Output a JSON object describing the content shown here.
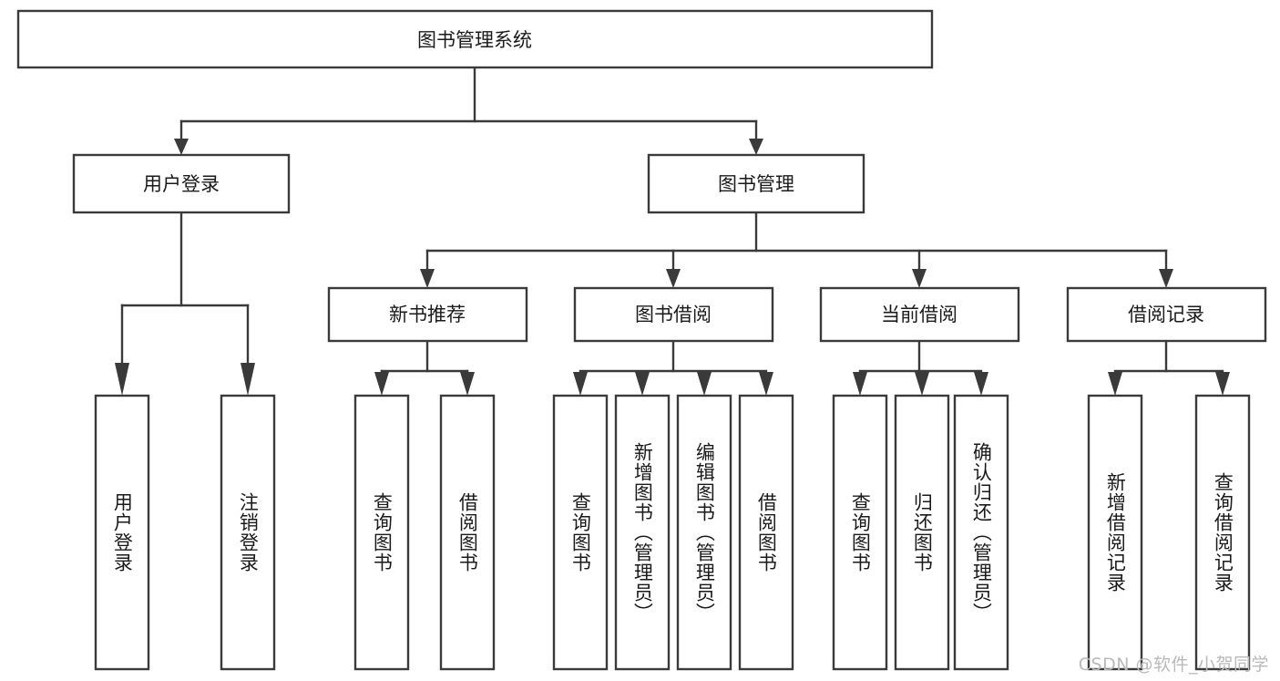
{
  "diagram": {
    "type": "tree-hierarchy",
    "title": "图书管理系统",
    "root": {
      "label": "图书管理系统",
      "orientation": "horizontal"
    },
    "level2": [
      {
        "label": "用户登录",
        "orientation": "horizontal"
      },
      {
        "label": "图书管理",
        "orientation": "horizontal"
      }
    ],
    "level3": [
      {
        "label": "新书推荐",
        "orientation": "horizontal"
      },
      {
        "label": "图书借阅",
        "orientation": "horizontal"
      },
      {
        "label": "当前借阅",
        "orientation": "horizontal"
      },
      {
        "label": "借阅记录",
        "orientation": "horizontal"
      }
    ],
    "leaves": {
      "user_login": [
        {
          "label": "用户登录",
          "orientation": "vertical"
        },
        {
          "label": "注销登录",
          "orientation": "vertical"
        }
      ],
      "new_book_recommend": [
        {
          "label": "查询图书",
          "orientation": "vertical"
        },
        {
          "label": "借阅图书",
          "orientation": "vertical"
        }
      ],
      "book_borrow": [
        {
          "label": "查询图书",
          "orientation": "vertical"
        },
        {
          "label": "新增图书（管理员）",
          "orientation": "vertical"
        },
        {
          "label": "编辑图书（管理员）",
          "orientation": "vertical"
        },
        {
          "label": "借阅图书",
          "orientation": "vertical"
        }
      ],
      "current_borrow": [
        {
          "label": "查询图书",
          "orientation": "vertical"
        },
        {
          "label": "归还图书",
          "orientation": "vertical"
        },
        {
          "label": "确认归还（管理员）",
          "orientation": "vertical"
        }
      ],
      "borrow_record": [
        {
          "label": "新增借阅记录",
          "orientation": "vertical"
        },
        {
          "label": "查询借阅记录",
          "orientation": "vertical"
        }
      ]
    },
    "colors": {
      "box_fill": "#ffffff",
      "box_stroke": "#3a3a3a",
      "text": "#1a1a1a",
      "connector": "#3a3a3a",
      "watermark": "#b9b9b9",
      "background": "#ffffff"
    }
  },
  "watermark": {
    "text": "CSDN @软件_小贺同学"
  }
}
